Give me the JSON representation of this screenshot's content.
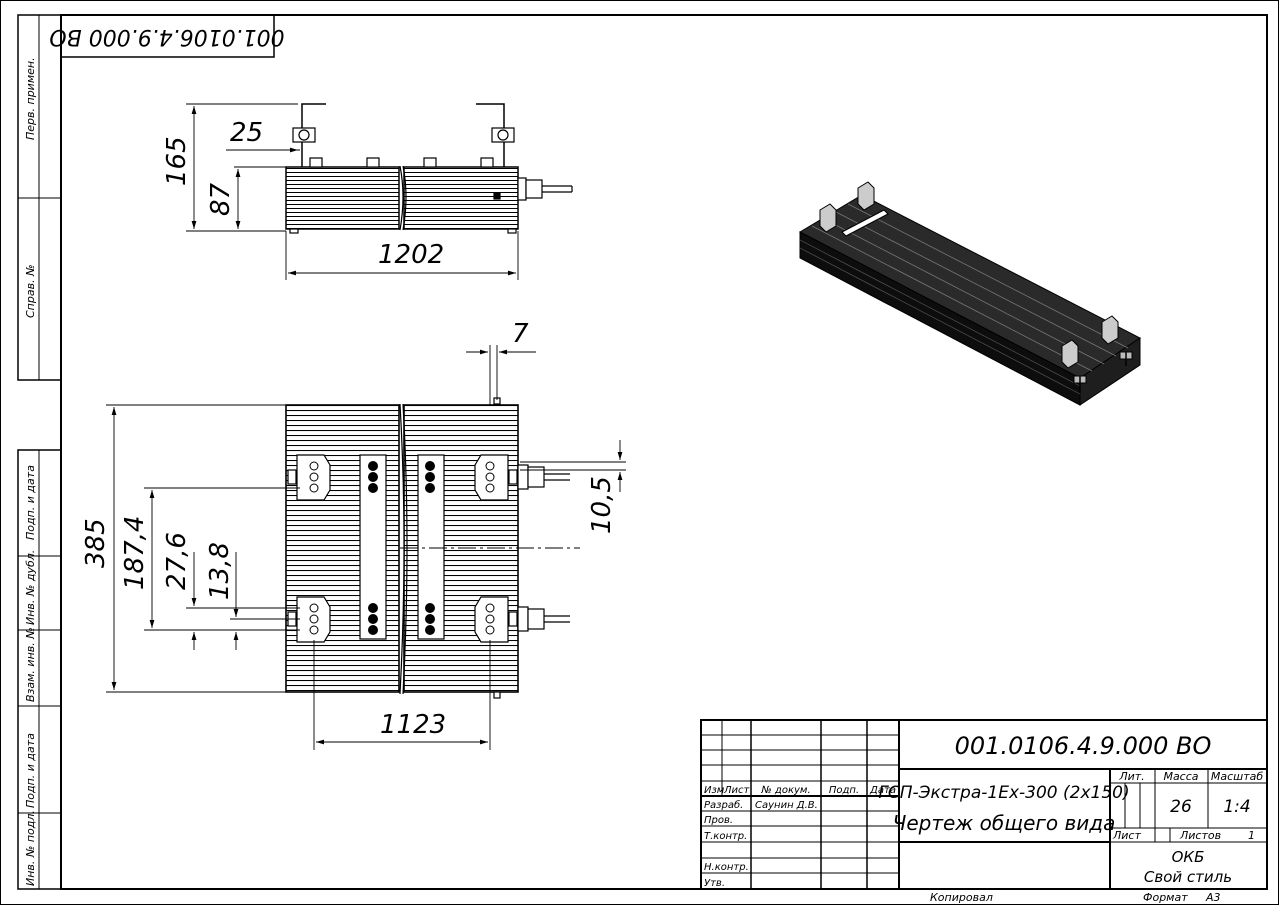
{
  "doc_code": "001.0106.4.9.000 ВО",
  "title_block": {
    "designation": "001.0106.4.9.000 ВО",
    "product_name": "ГСП-Экстра-1Ех-300 (2х150)",
    "drawing_type": "Чертеж общего вида",
    "headers": {
      "izm": "Изм",
      "list": "Лист",
      "doc_no": "№ докум.",
      "sign": "Подп.",
      "date": "Дата",
      "lit": "Лит.",
      "mass": "Масса",
      "scale": "Масштаб",
      "sheet": "Лист",
      "sheets": "Листов"
    },
    "roles": {
      "developed": "Разраб.",
      "checked": "Пров.",
      "tech_control": "Т.контр.",
      "norm_control": "Н.контр.",
      "approved": "Утв."
    },
    "developer_name": "Саунин Д.В.",
    "mass_value": "26",
    "scale_value": "1:4",
    "sheets_count": "1",
    "org_line1": "ОКБ",
    "org_line2": "Свой стиль"
  },
  "footer": {
    "copied": "Копировал",
    "format_label": "Формат",
    "format_value": "А3"
  },
  "side_labels": {
    "perv_primen": "Перв. примен.",
    "sprav_no": "Справ. №",
    "podp_data_top": "Подп. и дата",
    "inv_dubl": "Инв. № дубл.",
    "vzam_inv": "Взам. инв. №",
    "podp_data_bottom": "Подп. и дата",
    "inv_podl": "Инв. № подл."
  },
  "dimensions": {
    "d165": "165",
    "d87": "87",
    "d25": "25",
    "d1202": "1202",
    "d7": "7",
    "d385": "385",
    "d187_4": "187,4",
    "d27_6": "27,6",
    "d13_8": "13,8",
    "d10_5": "10,5",
    "d1123": "1123"
  }
}
